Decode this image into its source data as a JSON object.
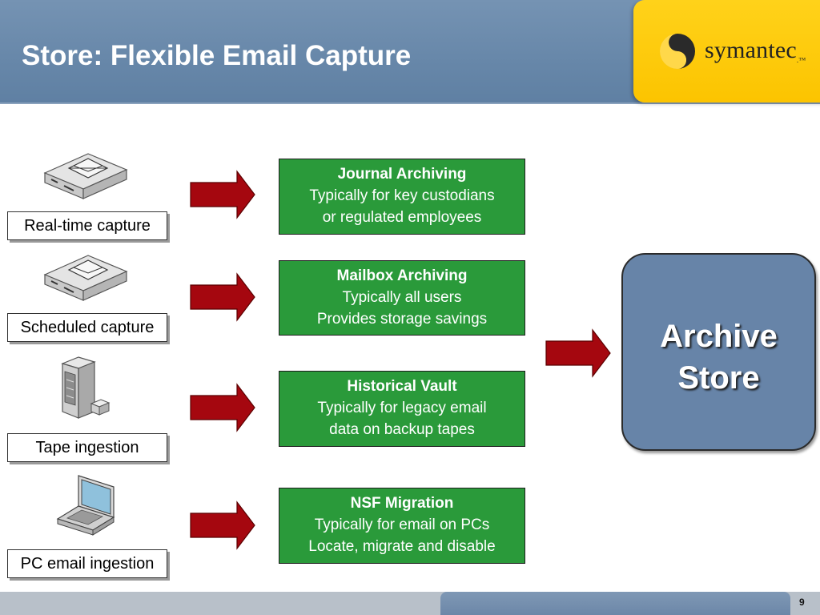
{
  "slide": {
    "title": "Store: Flexible Email Capture",
    "page_number": "9"
  },
  "logo": {
    "text": "symantec",
    "trademark": ".™"
  },
  "sources": [
    {
      "label": "Real-time capture",
      "icon": "email-server-icon"
    },
    {
      "label": "Scheduled capture",
      "icon": "email-server-icon"
    },
    {
      "label": "Tape ingestion",
      "icon": "tape-server-icon"
    },
    {
      "label": "PC email ingestion",
      "icon": "laptop-icon"
    }
  ],
  "methods": [
    {
      "title": "Journal Archiving",
      "lines": [
        "Typically for key custodians",
        "or regulated employees"
      ]
    },
    {
      "title": "Mailbox Archiving",
      "lines": [
        "Typically all users",
        "Provides storage savings"
      ]
    },
    {
      "title": "Historical Vault",
      "lines": [
        "Typically for legacy email",
        "data on backup tapes"
      ]
    },
    {
      "title": "NSF Migration",
      "lines": [
        "Typically for email on PCs",
        "Locate, migrate and disable"
      ]
    }
  ],
  "target": {
    "lines": [
      "Archive",
      "Store"
    ]
  },
  "colors": {
    "header": "#6787a9",
    "logo_bg": "#fcc400",
    "method_box": "#2a9a3a",
    "arrow": "#a5070f",
    "archive_box": "#6784a8"
  }
}
